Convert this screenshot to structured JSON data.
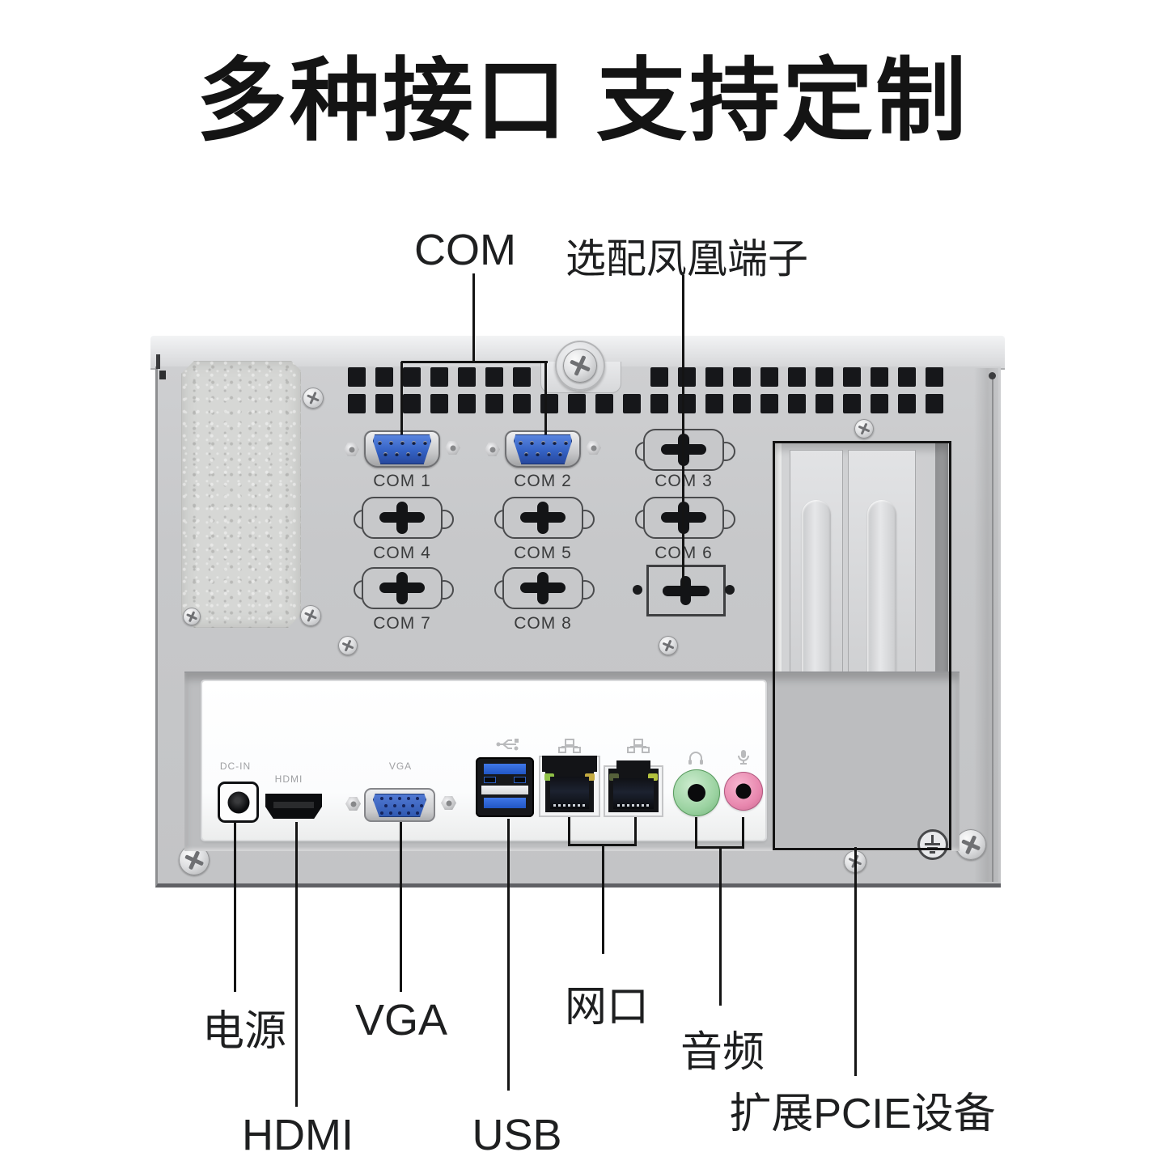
{
  "title": "多种接口 支持定制",
  "callouts": {
    "com": "COM",
    "phoenix": "选配凤凰端子",
    "power": "电源",
    "hdmi": "HDMI",
    "vga": "VGA",
    "usb": "USB",
    "lan": "网口",
    "audio": "音频",
    "pcie": "扩展PCIE设备"
  },
  "com_ports": [
    {
      "label": "COM 1",
      "type": "db9"
    },
    {
      "label": "COM 2",
      "type": "db9"
    },
    {
      "label": "COM 3",
      "type": "knockout"
    },
    {
      "label": "COM 4",
      "type": "knockout"
    },
    {
      "label": "COM 5",
      "type": "knockout"
    },
    {
      "label": "COM 6",
      "type": "knockout"
    },
    {
      "label": "COM 7",
      "type": "knockout"
    },
    {
      "label": "COM 8",
      "type": "knockout"
    }
  ],
  "panel_labels": {
    "dc_in": "DC-IN",
    "hdmi": "HDMI",
    "vga": "VGA"
  },
  "icons": [
    "usb-icon",
    "lan-icon",
    "headphone-icon",
    "mic-icon",
    "ground-icon",
    "screw-icon",
    "vent-grille"
  ],
  "colors": {
    "annotation_line": "#141414",
    "chassis_gray": "#c7c8ca",
    "db9_blue": "#3462c4",
    "usb_blue": "#2f63d8",
    "lan_led_green": "#8fc046",
    "lan_led_yellow": "#c4aa40",
    "audio_green_jack": "#a6d8ab",
    "audio_pink_jack": "#ec8db0"
  }
}
